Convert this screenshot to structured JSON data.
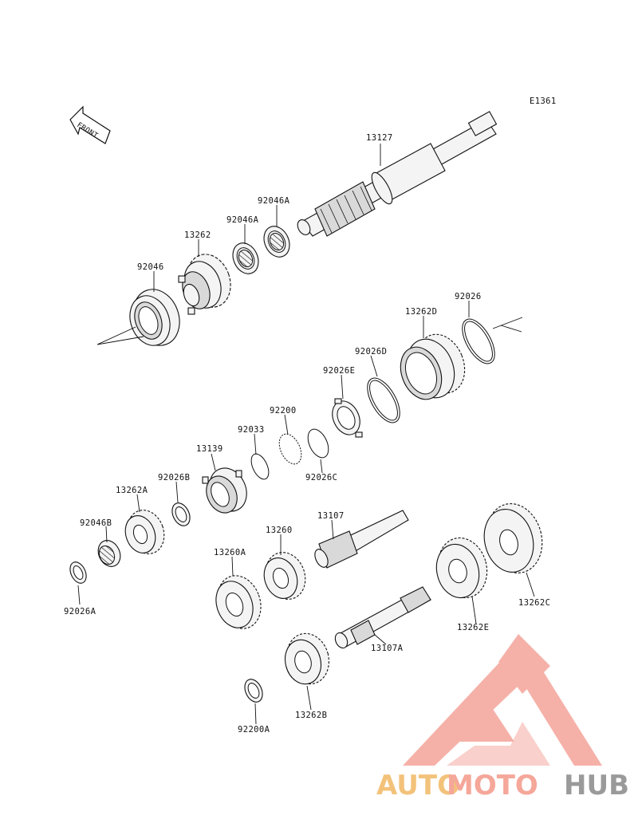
{
  "diagram": {
    "code": "E1361",
    "front_arrow_text": "FRONT",
    "parts": [
      {
        "id": "13127",
        "label": "13127"
      },
      {
        "id": "92046A_1",
        "label": "92046A"
      },
      {
        "id": "92046A_2",
        "label": "92046A"
      },
      {
        "id": "13262",
        "label": "13262"
      },
      {
        "id": "92046",
        "label": "92046"
      },
      {
        "id": "92026",
        "label": "92026"
      },
      {
        "id": "13262D",
        "label": "13262D"
      },
      {
        "id": "92026D",
        "label": "92026D"
      },
      {
        "id": "92026E",
        "label": "92026E"
      },
      {
        "id": "92200",
        "label": "92200"
      },
      {
        "id": "92033",
        "label": "92033"
      },
      {
        "id": "92026C",
        "label": "92026C"
      },
      {
        "id": "13139",
        "label": "13139"
      },
      {
        "id": "92026B",
        "label": "92026B"
      },
      {
        "id": "13262A",
        "label": "13262A"
      },
      {
        "id": "92046B",
        "label": "92046B"
      },
      {
        "id": "92026A",
        "label": "92026A"
      },
      {
        "id": "13107",
        "label": "13107"
      },
      {
        "id": "13260",
        "label": "13260"
      },
      {
        "id": "13260A",
        "label": "13260A"
      },
      {
        "id": "13262C",
        "label": "13262C"
      },
      {
        "id": "13262E",
        "label": "13262E"
      },
      {
        "id": "13107A",
        "label": "13107A"
      },
      {
        "id": "13262B",
        "label": "13262B"
      },
      {
        "id": "92200A",
        "label": "92200A"
      }
    ]
  },
  "watermark": {
    "part1": "AUTO",
    "part2": "MOTO",
    "part3": "HUB",
    "colors": {
      "auto": "#f3c27a",
      "moto": "#f5a79a",
      "hub": "#9a9a9a",
      "logo": "#f4a49a"
    }
  }
}
